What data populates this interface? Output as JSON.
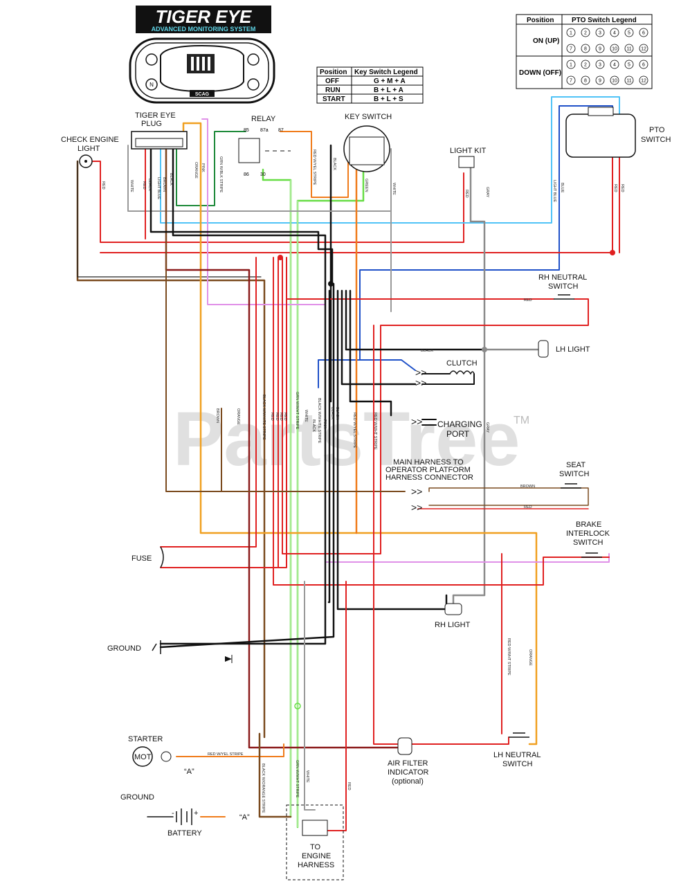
{
  "logo": {
    "title": "TIGER EYE",
    "subtitle": "ADVANCED MONITORING SYSTEM"
  },
  "display_badge": "SCAG",
  "watermark": "PartsTree",
  "watermark_tm": "TM",
  "labels": {
    "tiger_eye_plug": [
      "TIGER EYE",
      "PLUG"
    ],
    "relay": "RELAY",
    "key_switch": "KEY SWITCH",
    "check_engine_light": [
      "CHECK ENGINE",
      "LIGHT"
    ],
    "light_kit": "LIGHT KIT",
    "pto_switch": [
      "PTO",
      "SWITCH"
    ],
    "rh_neutral_switch": [
      "RH NEUTRAL",
      "SWITCH"
    ],
    "lh_light": "LH LIGHT",
    "clutch": "CLUTCH",
    "charging_port": [
      "CHARGING",
      "PORT"
    ],
    "main_harness": [
      "MAIN HARNESS TO",
      "OPERATOR PLATFORM",
      "HARNESS CONNECTOR"
    ],
    "seat_switch": [
      "SEAT",
      "SWITCH"
    ],
    "brake_interlock_switch": [
      "BRAKE",
      "INTERLOCK",
      "SWITCH"
    ],
    "fuse": "FUSE",
    "rh_light": "RH LIGHT",
    "ground_1": "GROUND",
    "ground_2": "GROUND",
    "starter": "STARTER",
    "starter_mot": "MOT",
    "starter_a": "“A”",
    "battery": "BATTERY",
    "battery_a": "“A”",
    "battery_minus": "-",
    "battery_plus": "+",
    "air_filter": [
      "AIR FILTER",
      "INDICATOR",
      "(optional)"
    ],
    "lh_neutral_switch": [
      "LH NEUTRAL",
      "SWITCH"
    ],
    "to_engine_harness": [
      "TO",
      "ENGINE",
      "HARNESS"
    ],
    "relay_pins": [
      "85",
      "87a",
      "87",
      "86",
      "30"
    ]
  },
  "key_switch_legend": {
    "headers": [
      "Position",
      "Key Switch Legend"
    ],
    "rows": [
      [
        "OFF",
        "G + M + A"
      ],
      [
        "RUN",
        "B + L + A"
      ],
      [
        "START",
        "B + L + S"
      ]
    ]
  },
  "pto_switch_legend": {
    "headers": [
      "Position",
      "PTO Switch Legend"
    ],
    "rows": [
      {
        "position": "ON (UP)",
        "pins": [
          "1",
          "2",
          "3",
          "4",
          "5",
          "6",
          "7",
          "8",
          "9",
          "10",
          "11",
          "12"
        ]
      },
      {
        "position": "DOWN (OFF)",
        "pins": [
          "1",
          "2",
          "3",
          "4",
          "5",
          "6",
          "7",
          "8",
          "9",
          "10",
          "11",
          "12"
        ]
      }
    ]
  },
  "wire_labels": {
    "plug": [
      "WHITE",
      "RED",
      "BLACK",
      "LIGHT BLUE",
      "BROWN",
      "BLACK",
      "ORANGE",
      "PINK"
    ],
    "relay_grn": "GRN W/BLK STRIPE",
    "red_wyel": "RED W/YEL STRIPE",
    "ks_black": "BLACK",
    "ks_green": "GREEN",
    "ks_white": "WHITE",
    "check_red": "RED",
    "lk_red": "RED",
    "lk_gray": "GRAY",
    "pto_lb": "LIGHT BLUE",
    "pto_blue": "BLUE",
    "pto_red1": "RED",
    "pto_red2": "RED",
    "rhn_red": "RED",
    "lhl_black": "BLACK",
    "seat_brown": "BROWN",
    "seat_red": "RED",
    "v_brown": "BROWN",
    "v_orange": "ORANGE",
    "v_blk_wht": "BLACK W/WHITE STRIPE",
    "v_reds": [
      "RED",
      "RED",
      "RED",
      "RED"
    ],
    "v_grn_wht": "GRN W/WHT STRIPE",
    "v_white": "WHITE",
    "v_black": "BLACK",
    "v_pink": "PINK",
    "v_black2": "BLACK",
    "v_black3": "BLACK",
    "v_red_wyel": "RED W/YEL STRIPE",
    "v_red_wwht": "RED W/WHT STRIPE",
    "v_gray": "GRAY",
    "v_red_wwht2": "RED W/WHT STRIPE",
    "v_orange2": "ORANGE",
    "start_red_wyel": "RED W/YEL STRIPE",
    "bot_blk_orange": "BLACK W/ORANGE STRIPE",
    "bot_grn_wht": "GRN W/WHT STRIPE",
    "bot_white": "WHITE",
    "bot_red": "RED",
    "v_blk_wht2": "BLACK W/WHITE STRIPE"
  }
}
